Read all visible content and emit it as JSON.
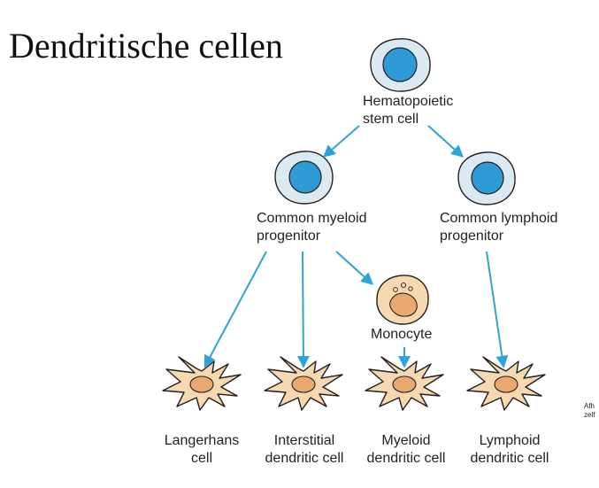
{
  "title": "Dendritische cellen",
  "nodes": {
    "hsc": {
      "line1": "Hematopoietic",
      "line2": "stem cell"
    },
    "cmp": {
      "line1": "Common myeloid",
      "line2": "progenitor"
    },
    "clp": {
      "line1": "Common lymphoid",
      "line2": "progenitor"
    },
    "monocyte": {
      "line1": "Monocyte"
    },
    "langerhans": {
      "line1": "Langerhans",
      "line2": "cell"
    },
    "interstitial": {
      "line1": "Interstitial",
      "line2": "dendritic cell"
    },
    "myeloid_dc": {
      "line1": "Myeloid",
      "line2": "dendritic cell"
    },
    "lymphoid_dc": {
      "line1": "Lymphoid",
      "line2": "dendritic cell"
    }
  },
  "side_note": {
    "line1": "Afh",
    "line2": "zelf"
  },
  "colors": {
    "arrow": "#2ea3d9",
    "progenitor_outer": "#dbe9f2",
    "progenitor_nucleus": "#2e9ad6",
    "dc_body": "#f6d9b1",
    "dc_nucleus": "#e9a86d",
    "outline": "#231f20"
  }
}
